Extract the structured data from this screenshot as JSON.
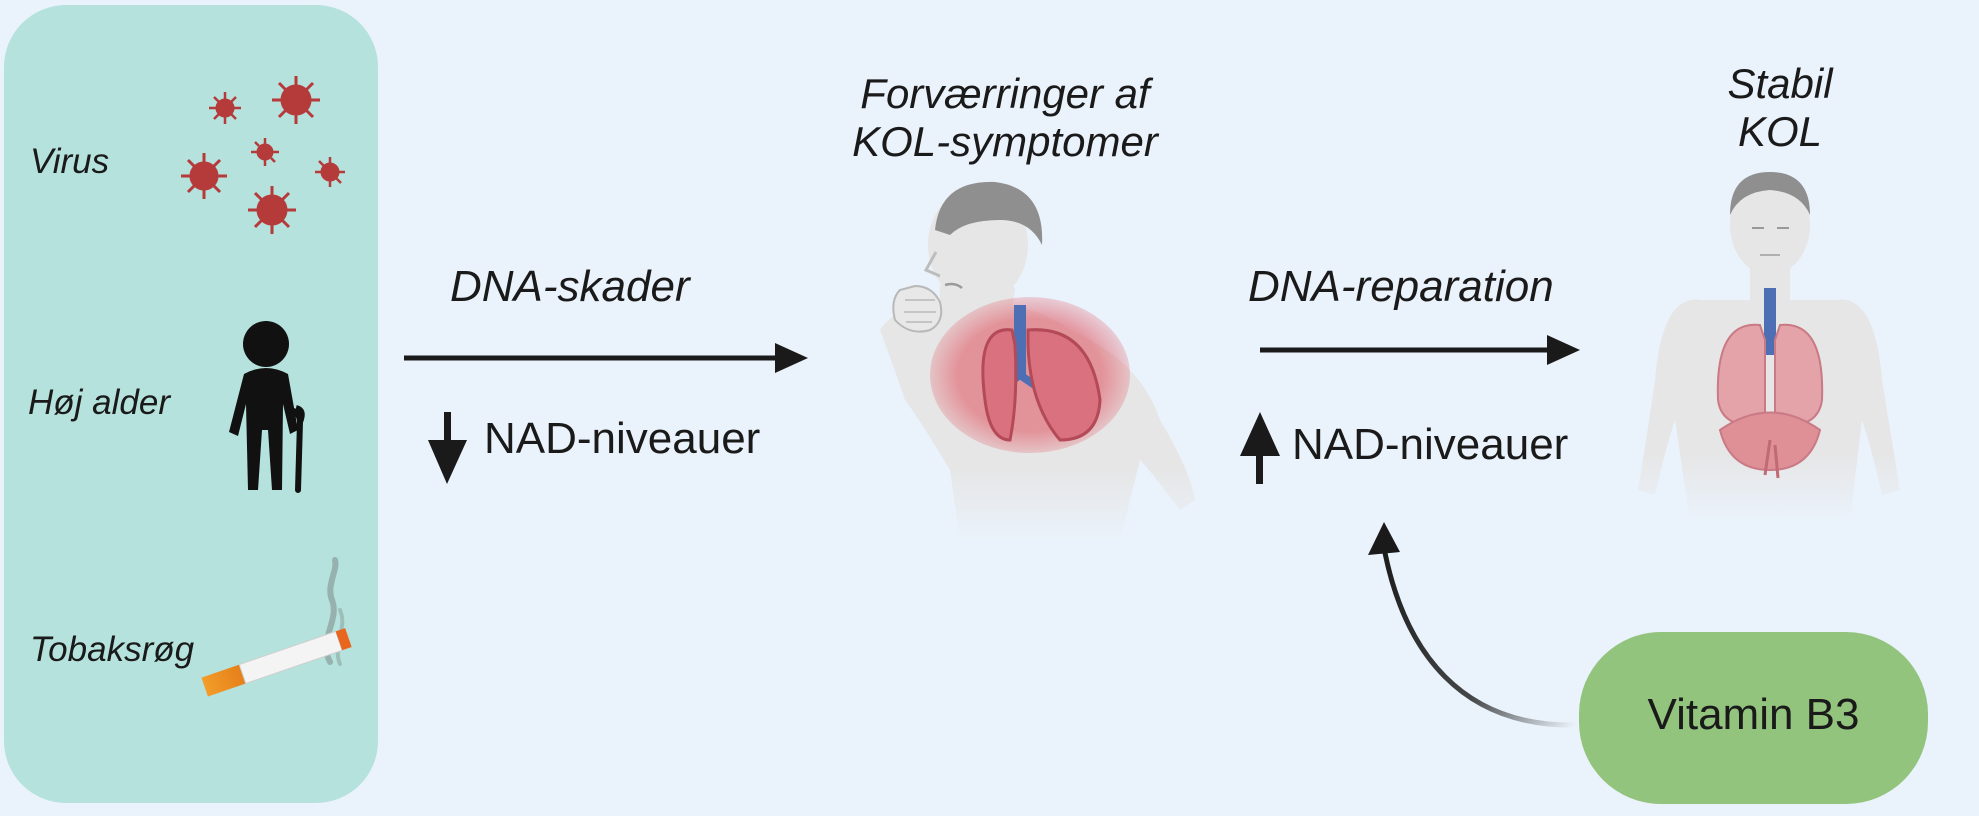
{
  "risk_factors": {
    "virus": "Virus",
    "age": "Høj alder",
    "tobacco": "Tobaksrøg"
  },
  "left_process": {
    "label": "DNA-skader",
    "nad": "NAD-niveauer",
    "nad_direction": "down"
  },
  "exacerbation": {
    "title_line1": "Forværringer af",
    "title_line2": "KOL-symptomer"
  },
  "right_process": {
    "label": "DNA-reparation",
    "nad": "NAD-niveauer",
    "nad_direction": "up"
  },
  "stable": {
    "title_line1": "Stabil",
    "title_line2": "KOL"
  },
  "vitamin": {
    "label": "Vitamin B3"
  },
  "colors": {
    "background": "#eaf2fb",
    "risk_panel": "#b5e2dc",
    "vitamin": "#93c47d",
    "virus": "#b53a3a",
    "arrow": "#1a1a1a"
  }
}
